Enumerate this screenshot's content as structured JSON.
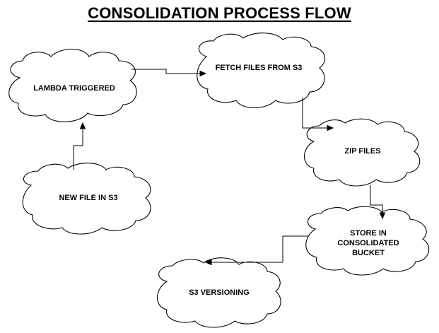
{
  "title": "CONSOLIDATION PROCESS FLOW",
  "nodes": {
    "new_file": "NEW FILE IN S3",
    "lambda": "LAMBDA TRIGGERED",
    "fetch": "FETCH FILES FROM S3",
    "zip": "ZIP FILES",
    "store": "STORE IN CONSOLIDATED\nBUCKET",
    "versioning": "S3 VERSIONING"
  },
  "edges": [
    {
      "from": "new_file",
      "to": "lambda"
    },
    {
      "from": "lambda",
      "to": "fetch"
    },
    {
      "from": "fetch",
      "to": "zip"
    },
    {
      "from": "zip",
      "to": "store"
    },
    {
      "from": "store",
      "to": "versioning"
    }
  ]
}
